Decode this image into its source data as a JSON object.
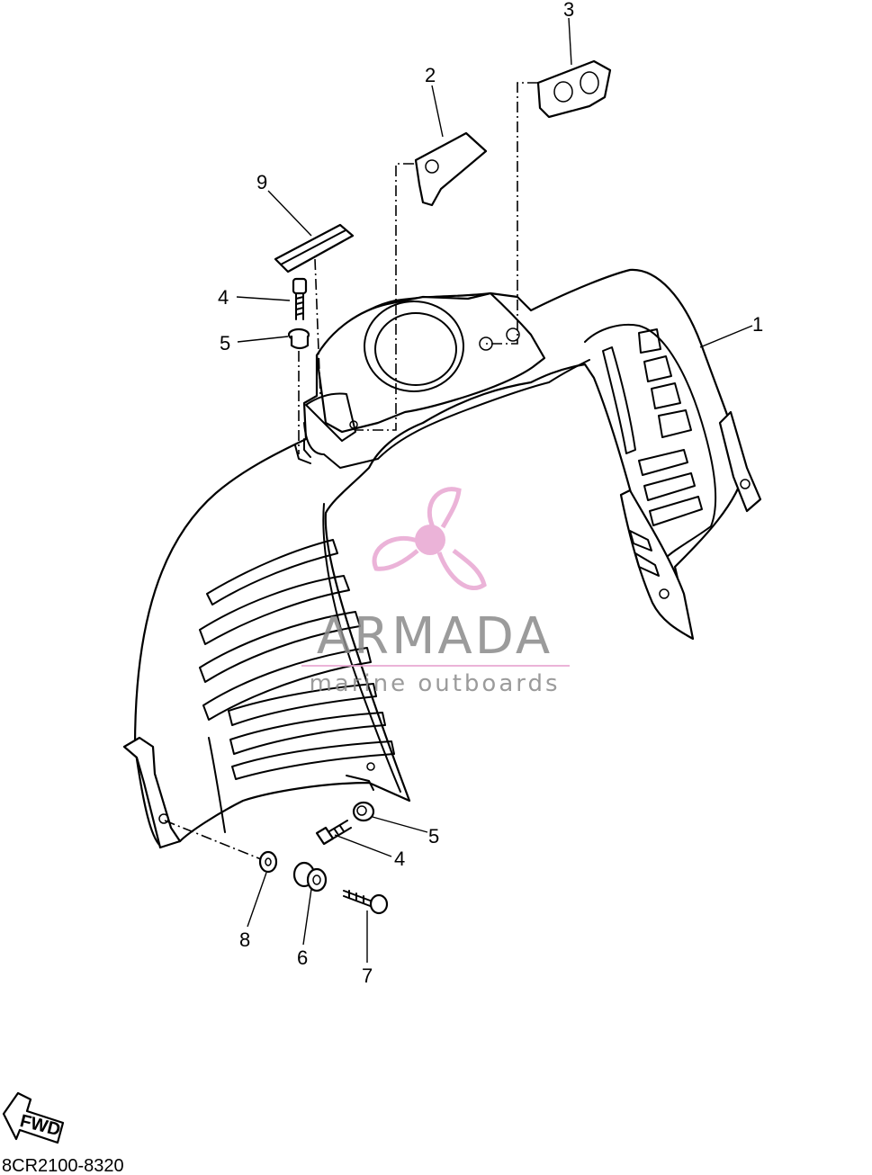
{
  "callouts": [
    {
      "id": "1",
      "label": "1"
    },
    {
      "id": "2",
      "label": "2"
    },
    {
      "id": "3",
      "label": "3"
    },
    {
      "id": "4a",
      "label": "4"
    },
    {
      "id": "5a",
      "label": "5"
    },
    {
      "id": "4b",
      "label": "4"
    },
    {
      "id": "5b",
      "label": "5"
    },
    {
      "id": "6",
      "label": "6"
    },
    {
      "id": "7",
      "label": "7"
    },
    {
      "id": "8",
      "label": "8"
    },
    {
      "id": "9",
      "label": "9"
    }
  ],
  "fwd_arrow": {
    "label": "FWD"
  },
  "drawing_code": "8CR2100-8320",
  "watermark": {
    "brand": "ARMADA",
    "tagline": "marine outboards",
    "logo_icon": "propeller-icon",
    "logo_color": "#e8a6d2"
  }
}
